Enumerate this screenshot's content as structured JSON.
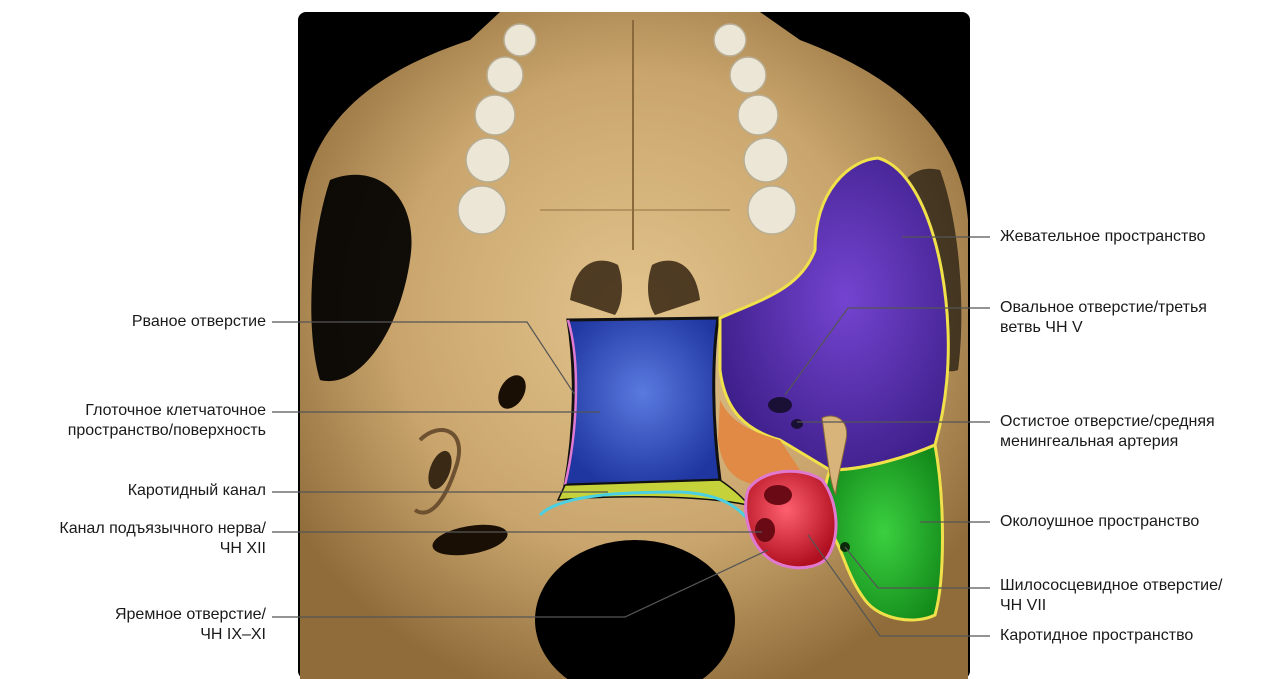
{
  "colors": {
    "background": "#000000",
    "bone": "#c9a56d",
    "bone_shadow": "#8a6a3a",
    "teeth": "#ece6d6",
    "masticator_space": "#5a2fb0",
    "pharyngeal_space": "#2f4fbf",
    "parotid_space": "#20a020",
    "carotid_space": "#d8253a",
    "parapharyngeal_orange": "#e08a45",
    "outline_yellow": "#f0e04a",
    "outline_pink": "#e07ad0",
    "outline_cyan": "#4ad0e0",
    "leader_line": "#555555"
  },
  "labels_left": [
    {
      "id": "foramen-lacerum",
      "lines": [
        "Рваное отверстие"
      ]
    },
    {
      "id": "pharyngeal-mucosal-space",
      "lines": [
        "Глоточное клетчаточное",
        "пространство/поверхность"
      ]
    },
    {
      "id": "carotid-canal",
      "lines": [
        "Каротидный канал"
      ]
    },
    {
      "id": "hypoglossal-canal",
      "lines": [
        "Канал подъязычного нерва/",
        "ЧН XII"
      ]
    },
    {
      "id": "jugular-foramen",
      "lines": [
        "Яремное отверстие/",
        "ЧН IX–XI"
      ]
    }
  ],
  "labels_right": [
    {
      "id": "masticator-space",
      "lines": [
        "Жевательное пространство"
      ]
    },
    {
      "id": "foramen-ovale",
      "lines": [
        "Овальное отверстие/третья",
        "ветвь ЧН V"
      ]
    },
    {
      "id": "foramen-spinosum",
      "lines": [
        "Остистое отверстие/средняя",
        "менингеальная артерия"
      ]
    },
    {
      "id": "parotid-space",
      "lines": [
        "Околоушное пространство"
      ]
    },
    {
      "id": "stylomastoid-foramen",
      "lines": [
        "Шилососцевидное отверстие/",
        "ЧН VII"
      ]
    },
    {
      "id": "carotid-space",
      "lines": [
        "Каротидное пространство"
      ]
    }
  ]
}
